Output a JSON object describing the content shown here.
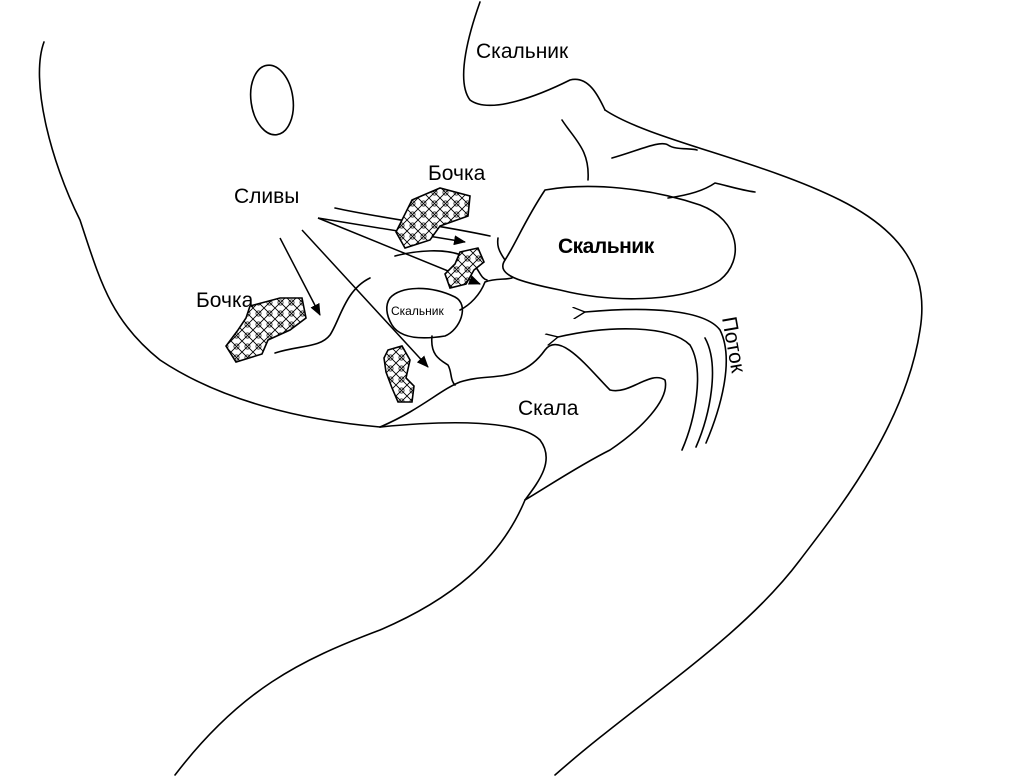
{
  "labels": {
    "rock_top": "Скальник",
    "rock_big": "Скальник",
    "rock_small": "Скальник",
    "plums": "Сливы",
    "barrel_upper": "Бочка",
    "barrel_left": "Бочка",
    "cliff": "Скала",
    "flow": "Поток"
  }
}
